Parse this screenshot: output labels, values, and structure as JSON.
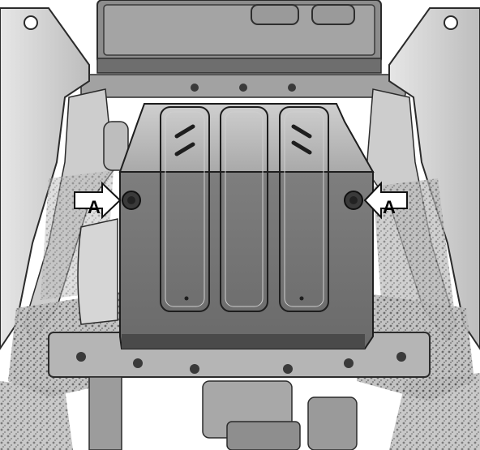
{
  "figure": {
    "callouts": [
      {
        "label": "A",
        "side": "left"
      },
      {
        "label": "A",
        "side": "right"
      }
    ]
  }
}
